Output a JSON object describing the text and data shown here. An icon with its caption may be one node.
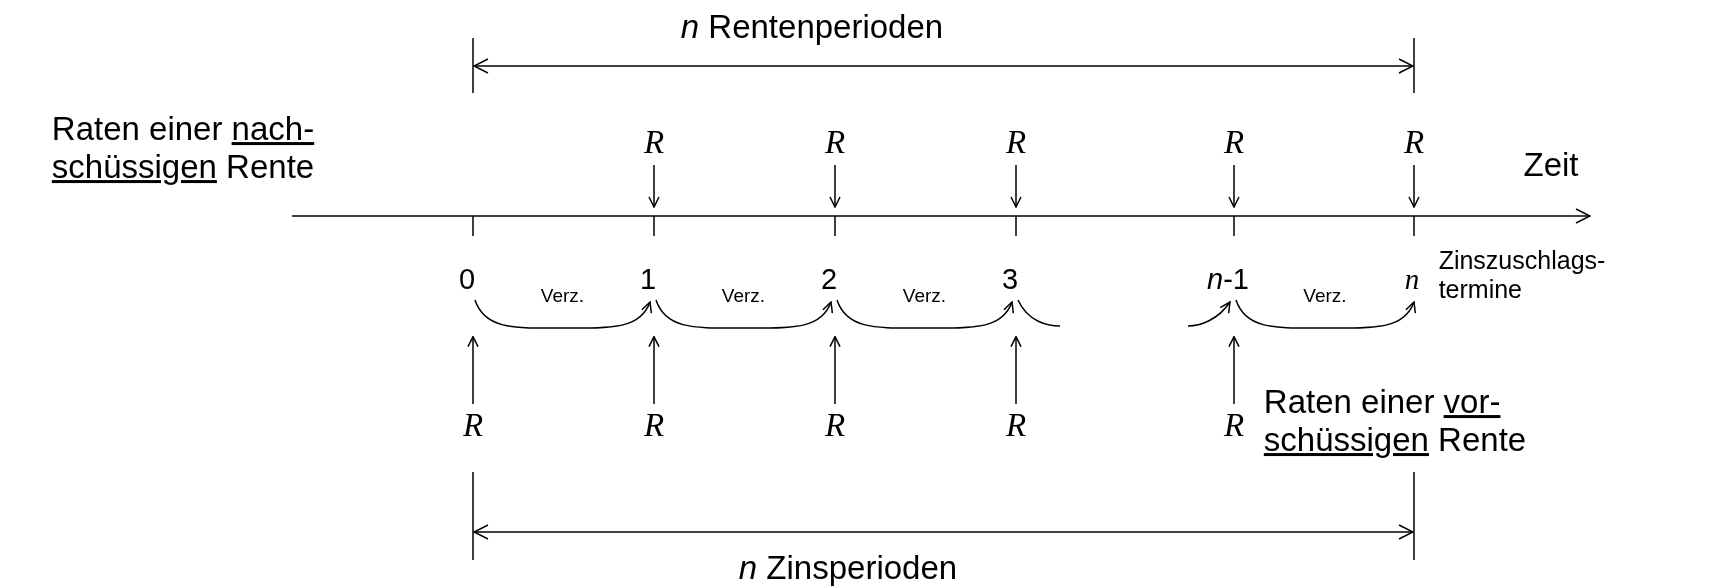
{
  "diagram": {
    "nodes": [
      {
        "text": [
          "R"
        ]
      },
      {
        "text": [
          "R"
        ]
      },
      {
        "text": [
          "R"
        ]
      },
      {
        "text": [
          "R"
        ]
      },
      {
        "text": [
          "R"
        ]
      },
      {
        "text": [
          "0"
        ]
      },
      {
        "text": [
          "1"
        ]
      },
      {
        "text": [
          "2"
        ]
      },
      {
        "text": [
          "3"
        ]
      },
      {
        "text": [
          "*n*-1"
        ]
      },
      {
        "text": [
          "n"
        ]
      },
      {
        "text": [
          "R"
        ]
      },
      {
        "text": [
          "R"
        ]
      },
      {
        "text": [
          "R"
        ]
      },
      {
        "text": [
          "R"
        ]
      },
      {
        "text": [
          "R"
        ]
      }
    ],
    "edges": [
      {
        "from": 0,
        "to": null,
        "arrow": "to"
      },
      {
        "from": 1,
        "to": null,
        "arrow": "to"
      },
      {
        "from": 2,
        "to": null,
        "arrow": "to"
      },
      {
        "from": 3,
        "to": null,
        "arrow": "to"
      },
      {
        "from": 4,
        "to": null,
        "arrow": "to"
      },
      {
        "from": 5,
        "to": 6,
        "arrow": "to",
        "label": "Verz."
      },
      {
        "from": 6,
        "to": 7,
        "arrow": "to",
        "label": "Verz."
      },
      {
        "from": 7,
        "to": 8,
        "arrow": "to",
        "label": "Verz."
      },
      {
        "from": 8,
        "to": null,
        "arrow": "none"
      },
      {
        "from": null,
        "to": 9,
        "arrow": "to"
      },
      {
        "from": 9,
        "to": 10,
        "arrow": "to",
        "label": "Verz."
      },
      {
        "from": 11,
        "to": 5,
        "arrow": "to"
      },
      {
        "from": 12,
        "to": 6,
        "arrow": "to"
      },
      {
        "from": 13,
        "to": 7,
        "arrow": "to"
      },
      {
        "from": 14,
        "to": 8,
        "arrow": "to"
      },
      {
        "from": 15,
        "to": 9,
        "arrow": "to"
      }
    ],
    "labels": [
      "*n* Rentenperioden",
      "Raten einer nach- schüssigen Rente",
      "Zeit",
      "Zinszuschlags- termine",
      "Raten einer vor- schüssigen Rente",
      "*n* Zinsperioden"
    ]
  }
}
